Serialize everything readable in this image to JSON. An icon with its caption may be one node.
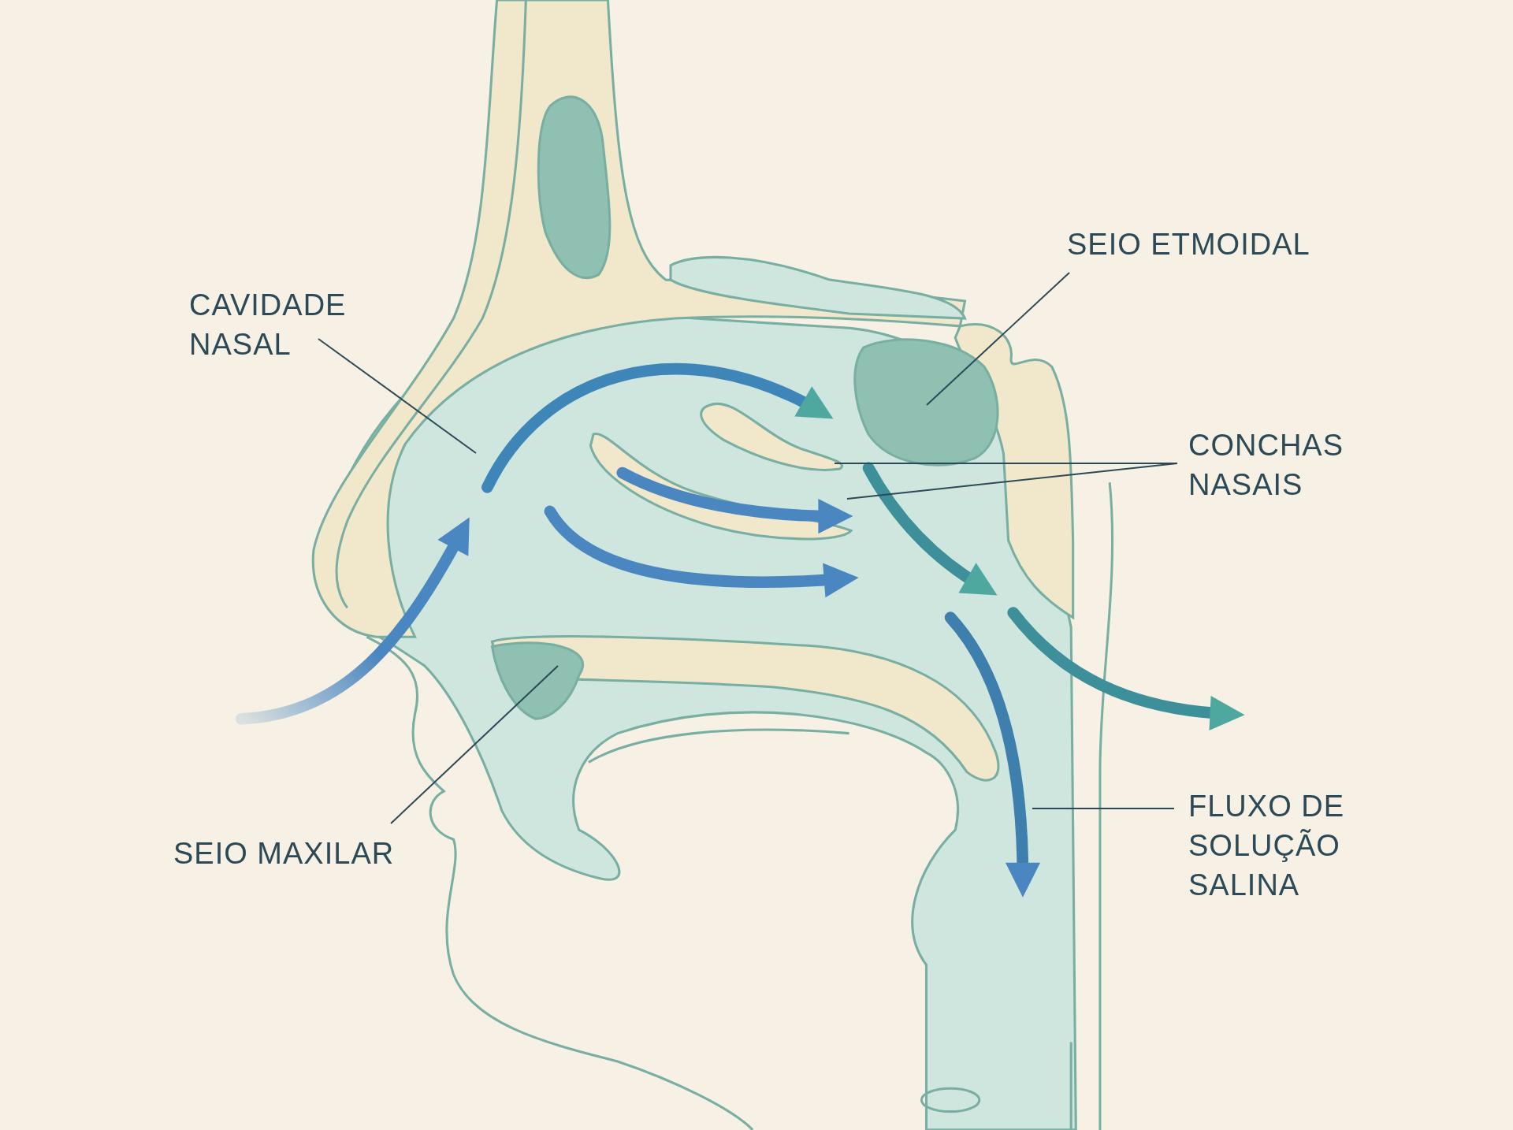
{
  "diagram": {
    "nodes": [
      {
        "text": [
          "CAVIDADE NASAL"
        ]
      },
      {
        "text": [
          "SEIO ETMOIDAL"
        ]
      },
      {
        "text": [
          "CONCHAS NASAIS"
        ]
      },
      {
        "text": [
          "SEIO MAXILAR"
        ]
      },
      {
        "text": [
          "FLUXO DE SOLUÇÃO SALINA"
        ]
      }
    ],
    "edges": [
      {
        "from": 0,
        "to": null,
        "arrow": "none"
      },
      {
        "from": 1,
        "to": null,
        "arrow": "none"
      },
      {
        "from": 2,
        "to": null,
        "arrow": "none"
      },
      {
        "from": 2,
        "to": null,
        "arrow": "none"
      },
      {
        "from": 3,
        "to": null,
        "arrow": "none"
      },
      {
        "from": 4,
        "to": null,
        "arrow": "none"
      }
    ]
  }
}
